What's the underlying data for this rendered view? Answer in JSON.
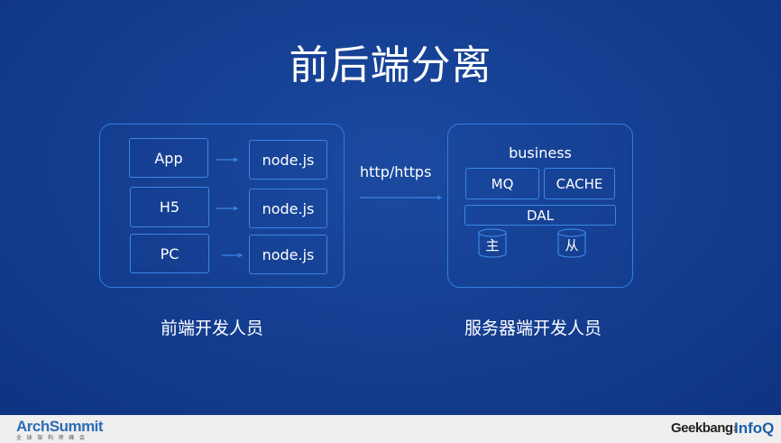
{
  "title": "前后端分离",
  "frontend": {
    "clients": [
      "App",
      "H5",
      "PC"
    ],
    "nodes": [
      "node.js",
      "node.js",
      "node.js"
    ],
    "caption": "前端开发人员"
  },
  "protocol": "http/https",
  "backend": {
    "business": "business",
    "mq": "MQ",
    "cache": "CACHE",
    "dal": "DAL",
    "db_master": "主",
    "db_slave": "从",
    "caption": "服务器端开发人员"
  },
  "footer": {
    "arch_logo": "ArchSummit",
    "arch_sub": "全 球 架 构 师 峰 会",
    "geek_logo": "Geekbang",
    "geek_mark": "›",
    "infoq_logo": "InfoQ"
  },
  "colors": {
    "background": "#143d8f",
    "border": "#2f7fe0",
    "text": "#ffffff"
  }
}
